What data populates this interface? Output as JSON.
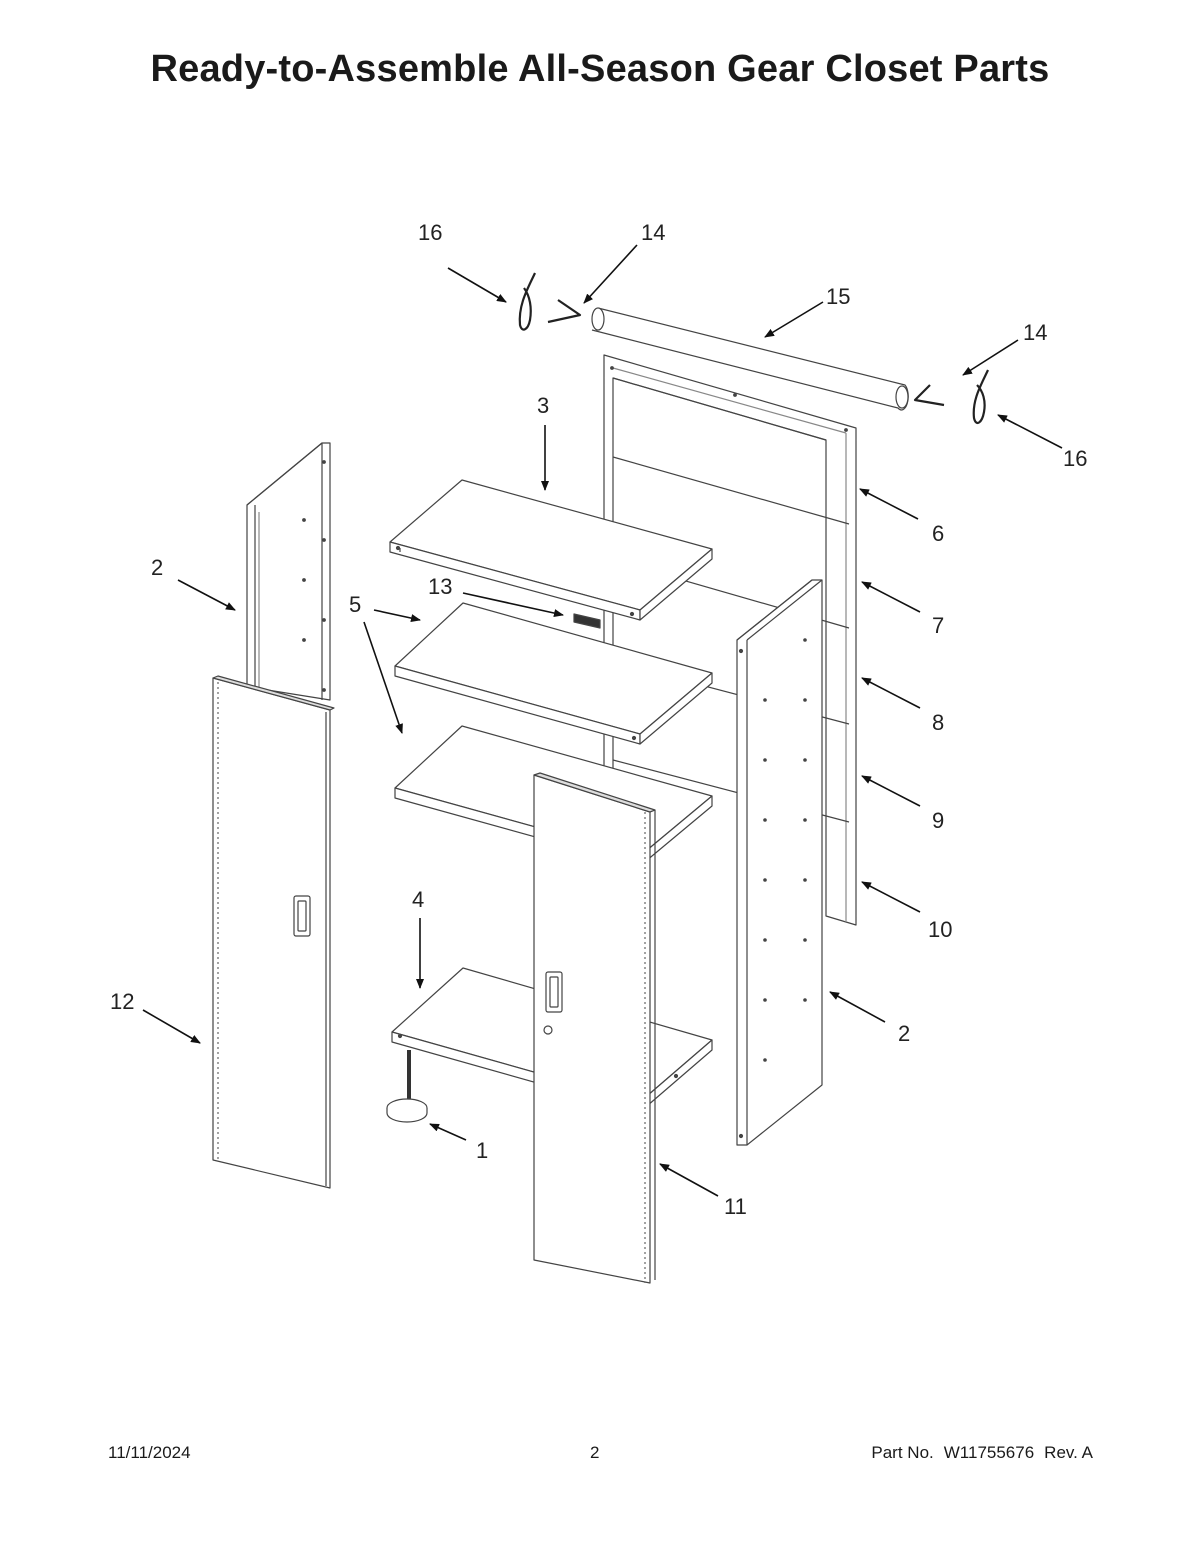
{
  "title": "Ready-to-Assemble All-Season Gear Closet Parts",
  "footer": {
    "date": "11/11/2024",
    "page": "2",
    "part_label": "Part No.",
    "part_number": "W11755676",
    "revision": "Rev. A"
  },
  "callouts": [
    "1",
    "2",
    "2",
    "3",
    "4",
    "5",
    "6",
    "7",
    "8",
    "9",
    "10",
    "11",
    "12",
    "13",
    "14",
    "14",
    "15",
    "16",
    "16"
  ]
}
